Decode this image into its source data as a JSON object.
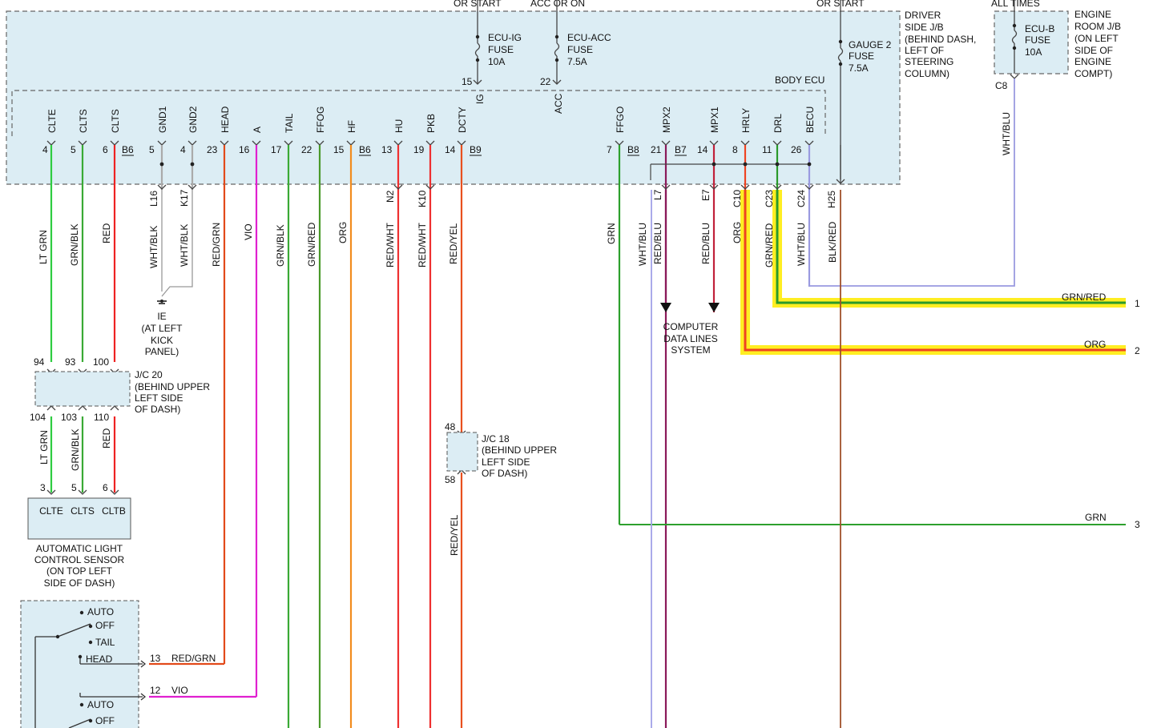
{
  "top_cut": {
    "or_start_1": "OR START",
    "acc_or_on": "ACC OR ON",
    "or_start_2": "OR START",
    "all_times": "ALL TIMES"
  },
  "jb": {
    "line1": "DRIVER",
    "line2": "SIDE J/B",
    "line3": "(BEHIND DASH,",
    "line4": "LEFT OF",
    "line5": "STEERING",
    "line6": "COLUMN)"
  },
  "erjb": {
    "line1": "ENGINE",
    "line2": "ROOM J/B",
    "line3": "(ON LEFT",
    "line4": "SIDE OF",
    "line5": "ENGINE",
    "line6": "COMPT)"
  },
  "body_ecu": "BODY ECU",
  "fuses": [
    {
      "l1": "ECU-IG",
      "l2": "FUSE",
      "l3": "10A"
    },
    {
      "l1": "ECU-ACC",
      "l2": "FUSE",
      "l3": "7.5A"
    },
    {
      "l1": "GAUGE 2",
      "l2": "FUSE",
      "l3": "7.5A"
    },
    {
      "l1": "ECU-B",
      "l2": "FUSE",
      "l3": "10A"
    }
  ],
  "ig_pin": {
    "num": "15",
    "name": "IG"
  },
  "acc_pin": {
    "num": "22",
    "name": "ACC"
  },
  "c8": "C8",
  "terminals": [
    {
      "name": "CLTE",
      "pin": "4",
      "conn": "B6",
      "wire": "LT GRN",
      "color": "#2ecc40",
      "cid": ""
    },
    {
      "name": "CLTS",
      "pin": "5",
      "conn": "",
      "wire": "GRN/BLK",
      "color": "#3aaa35",
      "cid": ""
    },
    {
      "name": "CLTS",
      "pin": "6",
      "conn": "",
      "wire": "RED",
      "color": "#ee2222",
      "cid": ""
    },
    {
      "name": "GND1",
      "pin": "5",
      "conn": "",
      "wire": "WHT/BLK",
      "color": "#aaaaaa",
      "cid": "L16"
    },
    {
      "name": "GND2",
      "pin": "4",
      "conn": "",
      "wire": "WHT/BLK",
      "color": "#aaaaaa",
      "cid": "K17"
    },
    {
      "name": "HEAD",
      "pin": "23",
      "conn": "",
      "wire": "RED/GRN",
      "color": "#e24a1a",
      "cid": ""
    },
    {
      "name": "A",
      "pin": "16",
      "conn": "",
      "wire": "VIO",
      "color": "#e020d0",
      "cid": ""
    },
    {
      "name": "TAIL",
      "pin": "17",
      "conn": "",
      "wire": "GRN/BLK",
      "color": "#3aaa35",
      "cid": ""
    },
    {
      "name": "FFOG",
      "pin": "22",
      "conn": "",
      "wire": "GRN/RED",
      "color": "#4a9a2a",
      "cid": ""
    },
    {
      "name": "HF",
      "pin": "15",
      "conn": "B6",
      "wire": "ORG",
      "color": "#f28c1e",
      "cid": ""
    },
    {
      "name": "HU",
      "pin": "13",
      "conn": "",
      "wire": "RED/WHT",
      "color": "#ee3030",
      "cid": "N2"
    },
    {
      "name": "PKB",
      "pin": "19",
      "conn": "",
      "wire": "RED/WHT",
      "color": "#ee3030",
      "cid": "K10"
    },
    {
      "name": "DCTY",
      "pin": "14",
      "conn": "B9",
      "wire": "RED/YEL",
      "color": "#e8501e",
      "cid": ""
    },
    {
      "name": "FFGO",
      "pin": "7",
      "conn": "B8",
      "wire": "GRN",
      "color": "#2da02d",
      "cid": ""
    },
    {
      "name": "MPX2",
      "pin": "21",
      "conn": "B7",
      "wire": "RED/BLU",
      "color": "#8a1a5a",
      "cid": "L7"
    },
    {
      "name": "MPX1",
      "pin": "14",
      "conn": "",
      "wire": "RED/BLU",
      "color": "#c0203a",
      "cid": "E7"
    },
    {
      "name": "HRLY",
      "pin": "8",
      "conn": "",
      "wire": "ORG",
      "color": "#ee4422",
      "cid": "C10"
    },
    {
      "name": "DRL",
      "pin": "11",
      "conn": "",
      "wire": "GRN/RED",
      "color": "#2a9a2a",
      "cid": "C23"
    },
    {
      "name": "BECU",
      "pin": "26",
      "conn": "",
      "wire": "WHT/BLU",
      "color": "#9a9ae0",
      "cid": "C24"
    }
  ],
  "extra_wires": {
    "mpx_wht_blu": "WHT/BLU",
    "h25": "H25",
    "blk_red": "BLK/RED",
    "er_wht_blu": "WHT/BLU"
  },
  "ground": {
    "name": "IE",
    "l1": "(AT LEFT",
    "l2": "KICK",
    "l3": "PANEL)"
  },
  "cdl": {
    "l1": "COMPUTER",
    "l2": "DATA LINES",
    "l3": "SYSTEM"
  },
  "offpage": [
    {
      "wire": "GRN/RED",
      "num": "1"
    },
    {
      "wire": "ORG",
      "num": "2"
    },
    {
      "wire": "GRN",
      "num": "3"
    }
  ],
  "jc20": {
    "top": [
      "94",
      "93",
      "100"
    ],
    "bot": [
      "104",
      "103",
      "110"
    ],
    "l1": "J/C 20",
    "l2": "(BEHIND UPPER",
    "l3": "LEFT SIDE",
    "l4": "OF DASH)"
  },
  "jc18": {
    "top": "48",
    "bot": "58",
    "l1": "J/C 18",
    "l2": "(BEHIND UPPER",
    "l3": "LEFT SIDE",
    "l4": "OF DASH)"
  },
  "sensor": {
    "pins": [
      "3",
      "5",
      "6"
    ],
    "terms": [
      "CLTE",
      "CLTS",
      "CLTB"
    ],
    "wires": [
      "LT GRN",
      "GRN/BLK",
      "RED"
    ],
    "l1": "AUTOMATIC LIGHT",
    "l2": "CONTROL SENSOR",
    "l3": "(ON TOP LEFT",
    "l4": "SIDE OF DASH)"
  },
  "dcty_lower_wire": "RED/YEL",
  "switch": {
    "pos": [
      "AUTO",
      "OFF",
      "TAIL",
      "HEAD",
      "AUTO",
      "OFF"
    ],
    "pin13": "13",
    "w13": "RED/GRN",
    "pin12": "12",
    "w12": "VIO"
  }
}
